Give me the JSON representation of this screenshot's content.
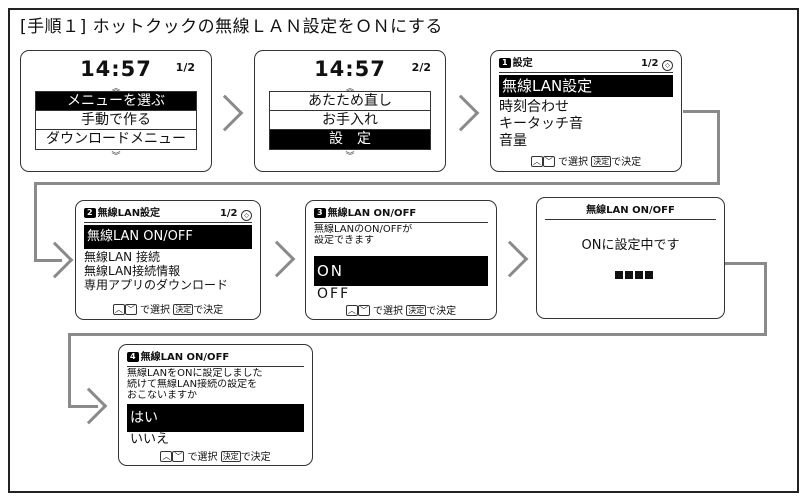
{
  "heading": "[手順１] ホットクックの無線ＬＡＮ設定をＯＮにする",
  "screen1": {
    "clock": "14:57",
    "page": "1/2",
    "up": "︽",
    "down": "︾",
    "items": [
      "メニューを選ぶ",
      "手動で作る",
      "ダウンロードメニュー"
    ]
  },
  "screen2": {
    "clock": "14:57",
    "page": "2/2",
    "up": "︽",
    "down": "︾",
    "items": [
      "あたため直し",
      "お手入れ",
      "設　定"
    ]
  },
  "screen3": {
    "num": "1",
    "title": "設定",
    "page": "1/2",
    "items": [
      "無線LAN設定",
      "時刻合わせ",
      "キータッチ音",
      "音量"
    ],
    "footer": {
      "select": "で選択",
      "ok_key": "決定",
      "ok": "で決定"
    }
  },
  "screen4": {
    "num": "2",
    "title": "無線LAN設定",
    "page": "1/2",
    "items": [
      "無線LAN ON/OFF",
      "無線LAN 接続",
      "無線LAN接続情報",
      "専用アプリのダウンロード"
    ],
    "footer": {
      "select": "で選択",
      "ok_key": "決定",
      "ok": "で決定"
    }
  },
  "screen5": {
    "num": "3",
    "title": "無線LAN ON/OFF",
    "message": [
      "無線LANのON/OFFが",
      "設定できます"
    ],
    "options": [
      "ON",
      "OFF"
    ],
    "footer": {
      "select": "で選択",
      "ok_key": "決定",
      "ok": "で決定"
    }
  },
  "screen6": {
    "title": "無線LAN ON/OFF",
    "message": "ONに設定中です",
    "progress": 4
  },
  "screen7": {
    "num": "4",
    "title": "無線LAN ON/OFF",
    "message": [
      "無線LANをONに設定しました",
      "続けて無線LAN接続の設定を",
      "おこないますか"
    ],
    "options": [
      "はい",
      "いいえ"
    ],
    "footer": {
      "select": "で選択",
      "ok_key": "決定",
      "ok": "で決定"
    }
  }
}
